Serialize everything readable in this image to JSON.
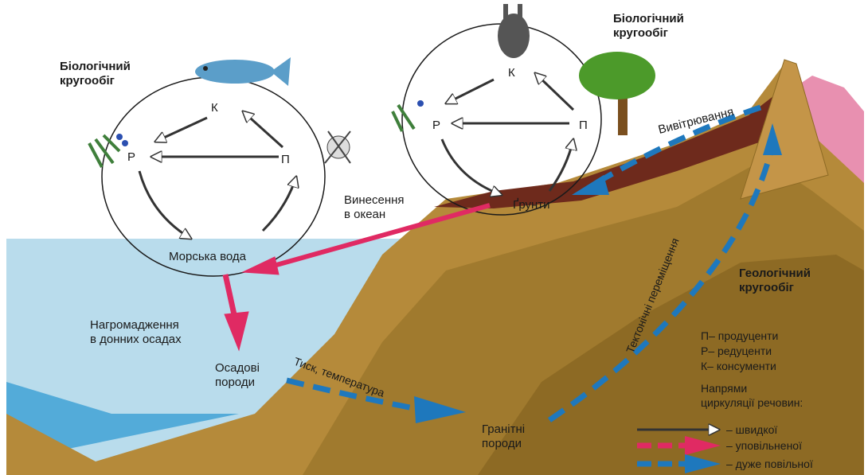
{
  "labels": {
    "bio_cycle_left": [
      "Біологічний",
      "кругообіг"
    ],
    "bio_cycle_right": [
      "Біологічний",
      "кругообіг"
    ],
    "geo_cycle": [
      "Геологічний",
      "кругообіг"
    ],
    "left_cycle": {
      "k": "К",
      "p_reducer": "Р",
      "p_producer": "П",
      "sea_water": "Морська вода"
    },
    "right_cycle": {
      "k": "К",
      "p_reducer": "Р",
      "p_producer": "П",
      "soil": "Ґрунти"
    },
    "weathering": "Вивітрювання",
    "carry_out": [
      "Винесення",
      "в океан"
    ],
    "accumulation": [
      "Нагромадження",
      "в донних осадах"
    ],
    "sedimentary": [
      "Осадові",
      "породи"
    ],
    "pressure": "Тиск, температура",
    "granite": [
      "Гранітні",
      "породи"
    ],
    "tectonic": "Тектонічні переміщення"
  },
  "legend": {
    "entries": [
      "П– продуценти",
      "Р– редуценти",
      "К– консументи"
    ],
    "heading": [
      "Напрями",
      "циркуляції речовин:"
    ],
    "fast": "– швидкої",
    "slow": "– уповільненої",
    "very_slow": "– дуже повільної"
  },
  "colors": {
    "sea": "#b9dcec",
    "deep_sea": "#3a9fd4",
    "land": "#b58a3a",
    "land_mid": "#a07a2e",
    "land_dark": "#8d6a24",
    "soil": "#6e2a1c",
    "volcano_pink": "#e890b0",
    "red_arrow": "#e02a63",
    "blue_arrow": "#1e78bd"
  }
}
